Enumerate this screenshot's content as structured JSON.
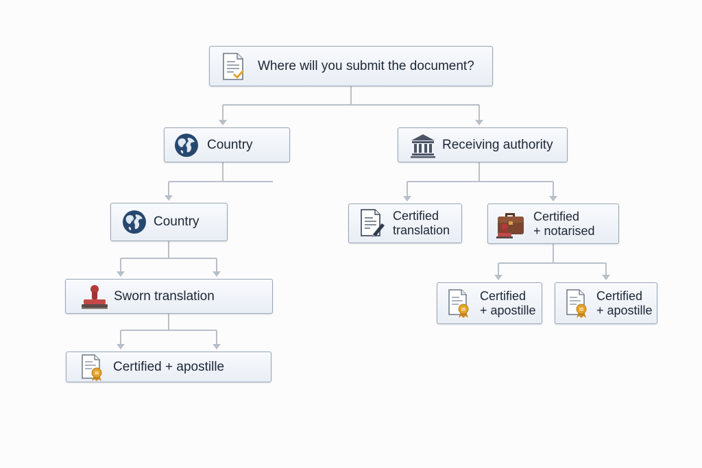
{
  "diagram": {
    "root": {
      "label": "Where will you submit the document?",
      "icon": "document-check-icon"
    },
    "country_a": {
      "label": "Country",
      "icon": "globe-icon"
    },
    "authority": {
      "label": "Receiving authority",
      "icon": "bank-building-icon"
    },
    "country_b": {
      "label": "Country",
      "icon": "globe-icon"
    },
    "sworn": {
      "label": "Sworn translation",
      "icon": "rubber-stamp-icon"
    },
    "certified_apostille_left": {
      "label": "Certified + apostille",
      "icon": "certificate-ribbon-icon"
    },
    "certified_translation": {
      "line1": "Certified",
      "line2": "translation",
      "icon": "document-pen-icon"
    },
    "certified_notarised": {
      "line1": "Certified",
      "line2": "+ notarised",
      "icon": "briefcase-stamp-icon"
    },
    "certified_apostille_mid": {
      "line1": "Certified",
      "line2": "+ apostille",
      "icon": "certificate-ribbon-icon"
    },
    "certified_apostille_right": {
      "line1": "Certified",
      "line2": "+ apostille",
      "icon": "certificate-ribbon-icon"
    }
  },
  "colors": {
    "connector": "#b9bfc8",
    "border": "#9aa6b6",
    "globe": "#27486e",
    "stamp": "#b33a3a",
    "ribbon": "#e2a32a",
    "check": "#e2a32a"
  }
}
